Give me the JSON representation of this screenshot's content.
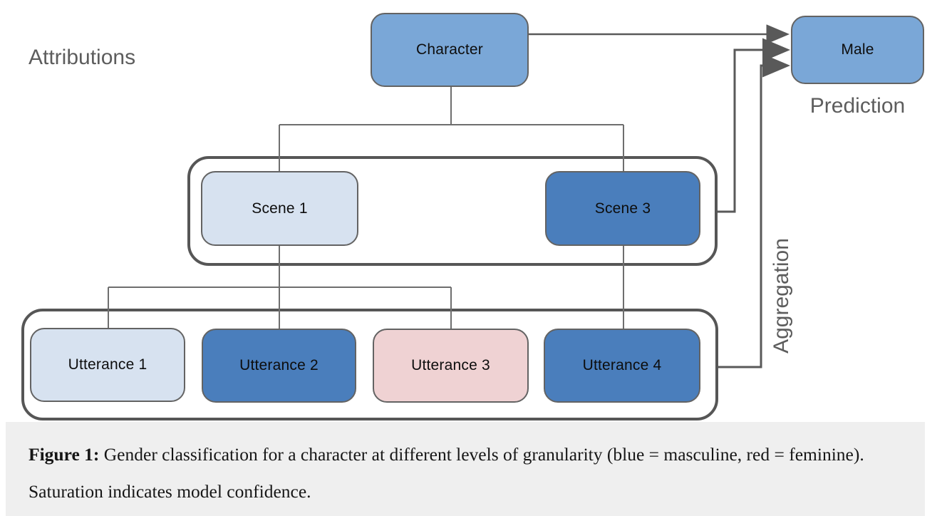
{
  "figure": {
    "attributions_label": "Attributions",
    "prediction_label": "Prediction",
    "aggregation_label": "Aggregation",
    "nodes": {
      "character": {
        "label": "Character",
        "fill": "#7AA7D7"
      },
      "male": {
        "label": "Male",
        "fill": "#7AA7D7"
      },
      "scene1": {
        "label": "Scene 1",
        "fill": "#D7E2F0"
      },
      "scene3": {
        "label": "Scene 3",
        "fill": "#4A7EBC"
      },
      "utterance1": {
        "label": "Utterance 1",
        "fill": "#D7E2F0"
      },
      "utterance2": {
        "label": "Utterance 2",
        "fill": "#4A7EBC"
      },
      "utterance3": {
        "label": "Utterance 3",
        "fill": "#EFD2D3"
      },
      "utterance4": {
        "label": "Utterance 4",
        "fill": "#4A7EBC"
      }
    },
    "colors": {
      "masculine_confident": "#4A7EBC",
      "masculine_weak": "#D7E2F0",
      "feminine_weak": "#EFD2D3",
      "prediction_blue": "#7AA7D7",
      "connector_gray": "#6e6e6e",
      "arrow_gray": "#595959",
      "group_border_gray": "#565656",
      "caption_background": "#efefef"
    }
  },
  "caption": {
    "label": "Figure 1:",
    "text": " Gender classification for a character at different levels of granularity (blue = masculine, red = feminine). Saturation indicates model confidence."
  }
}
